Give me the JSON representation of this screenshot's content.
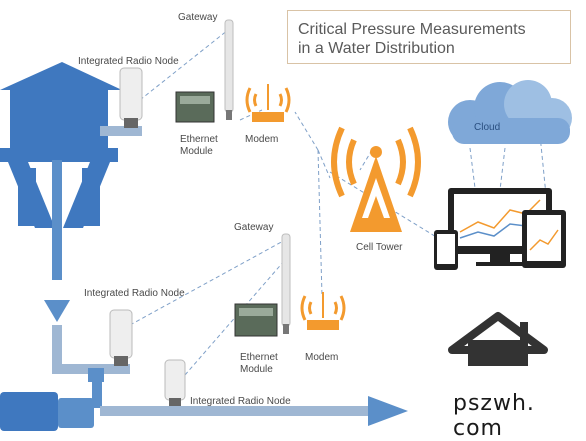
{
  "title": {
    "line1": "Critical Pressure Measurements",
    "line2": "in a Water Distribution"
  },
  "labels": {
    "gateway_top": "Gateway",
    "radio_node_top": "Integrated Radio Node",
    "ethernet_top_1": "Ethernet",
    "ethernet_top_2": "Module",
    "modem_top": "Modem",
    "cell_tower": "Cell Tower",
    "cloud": "Cloud",
    "gateway_mid": "Gateway",
    "radio_node_mid": "Integrated Radio Node",
    "ethernet_mid_1": "Ethernet",
    "ethernet_mid_2": "Module",
    "modem_mid": "Modem",
    "radio_node_bottom": "Integrated Radio Node"
  },
  "watermark": "pszwh. com",
  "colors": {
    "pipe_blue": "#5b8fc9",
    "tower_blue": "#3f78bf",
    "signal_orange": "#f39a2e",
    "cloud_blue": "#7fa8d8",
    "house_dark": "#3a3a3a",
    "dashed_line": "#7fa0c8"
  }
}
